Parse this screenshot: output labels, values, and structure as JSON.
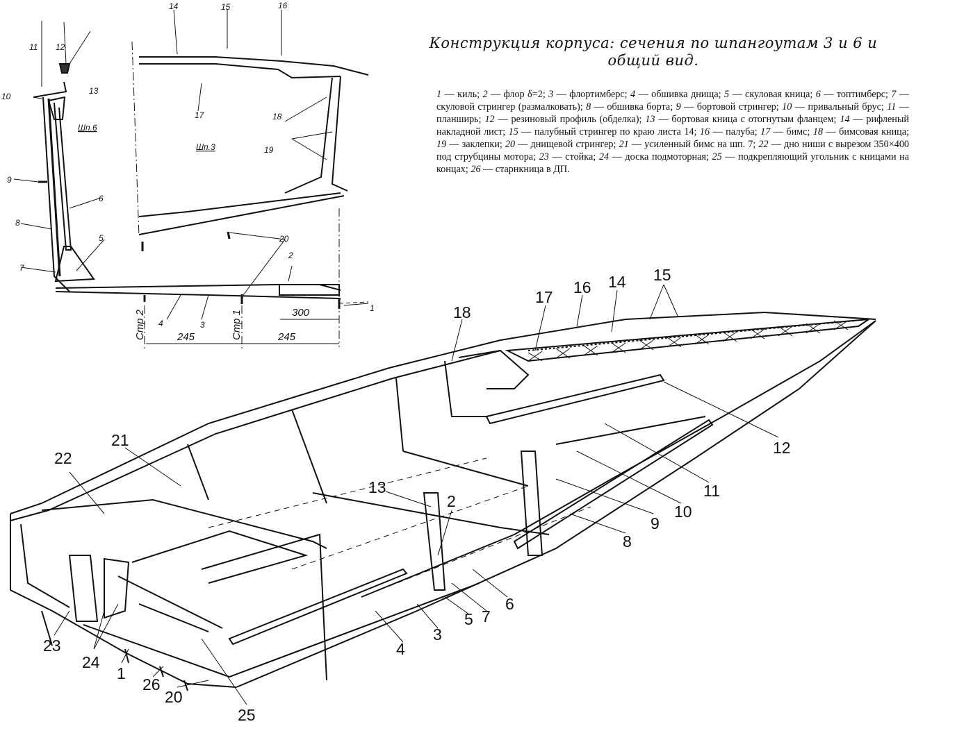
{
  "title": "Конструкция корпуса: сечения по шпангоутам 3 и 6 и общий вид.",
  "legend": [
    {
      "num": "1",
      "text": "киль"
    },
    {
      "num": "2",
      "text": "флор δ=2"
    },
    {
      "num": "3",
      "text": "флортимберс"
    },
    {
      "num": "4",
      "text": "обшивка днища"
    },
    {
      "num": "5",
      "text": "скуловая кница"
    },
    {
      "num": "6",
      "text": "топтимберс"
    },
    {
      "num": "7",
      "text": "скуловой стрингер (размалковать)"
    },
    {
      "num": "8",
      "text": "обшивка борта"
    },
    {
      "num": "9",
      "text": "бортовой стрингер"
    },
    {
      "num": "10",
      "text": "привальный брус"
    },
    {
      "num": "11",
      "text": "планширь"
    },
    {
      "num": "12",
      "text": "резиновый профиль (обделка)"
    },
    {
      "num": "13",
      "text": "бортовая кница с отогнутым фланцем"
    },
    {
      "num": "14",
      "text": "рифленый накладной лист"
    },
    {
      "num": "15",
      "text": "палубный стрингер по краю листа 14"
    },
    {
      "num": "16",
      "text": "палуба"
    },
    {
      "num": "17",
      "text": "бимс"
    },
    {
      "num": "18",
      "text": "бимсовая кница"
    },
    {
      "num": "19",
      "text": "заклепки"
    },
    {
      "num": "20",
      "text": "днищевой стрингер"
    },
    {
      "num": "21",
      "text": "усиленный бимс на шп. 7"
    },
    {
      "num": "22",
      "text": "дно ниши с вырезом 350×400 под струбцины мотора"
    },
    {
      "num": "23",
      "text": "стойка"
    },
    {
      "num": "24",
      "text": "доска подмоторная"
    },
    {
      "num": "25",
      "text": "подкрепляющий угольник с кницами на концах"
    },
    {
      "num": "26",
      "text": "старнкница в ДП"
    }
  ],
  "section": {
    "frame6": "Шп.6",
    "frame3": "Шп.3",
    "str2": "Стр 2",
    "str1": "Стр 1",
    "dim_245a": "245",
    "dim_245b": "245",
    "dim_300": "300",
    "labels": [
      "14",
      "15",
      "16",
      "11",
      "12",
      "10",
      "13",
      "17",
      "18",
      "19",
      "9",
      "6",
      "8",
      "5",
      "7",
      "20",
      "2",
      "1",
      "4",
      "3"
    ]
  },
  "main_view": {
    "labels": [
      "18",
      "17",
      "16",
      "14",
      "15",
      "12",
      "11",
      "10",
      "9",
      "8",
      "22",
      "21",
      "13",
      "2",
      "6",
      "7",
      "5",
      "3",
      "4",
      "23",
      "24",
      "1",
      "26",
      "20",
      "25"
    ]
  }
}
